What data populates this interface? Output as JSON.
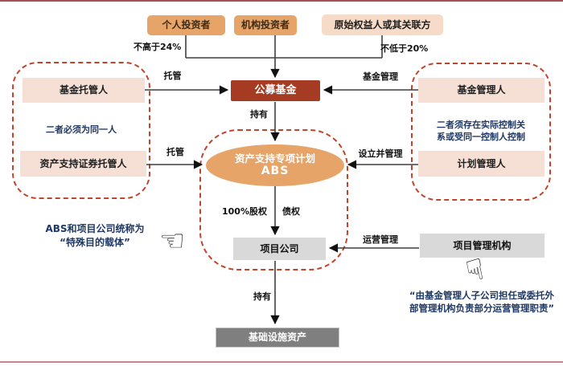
{
  "nodes": {
    "individual_investor": "个人投资者",
    "institutional_investor": "机构投资者",
    "original_owner": "原始权益人或其关联方",
    "public_fund": "公募基金",
    "fund_custodian": "基金托管人",
    "abs_custodian": "资产支持证券托管人",
    "fund_manager": "基金管理人",
    "plan_manager": "计划管理人",
    "abs_plan_line1": "资产支持专项计划",
    "abs_plan_line2": "ABS",
    "project_company": "项目公司",
    "project_mgmt_org": "项目管理机构",
    "infrastructure_assets": "基础设施资产"
  },
  "edge_labels": {
    "not_above_24": "不高于24%",
    "not_below_20": "不低于20%",
    "custody_top": "托管",
    "fund_mgmt": "基金管理",
    "hold_top": "持有",
    "custody_bottom": "托管",
    "setup_manage": "设立并管理",
    "equity_100": "100%股权",
    "debt": "债权",
    "operation_mgmt": "运营管理",
    "hold_bottom": "持有"
  },
  "notes": {
    "same_person": "二者必须为同一人",
    "control_line1": "二者须存在实际控制关",
    "control_line2": "系或受同一控制人控制",
    "spv_line1": "ABS和项目公司统称为",
    "spv_line2": "“特殊目的载体”",
    "mgmt_note_line1": "“由基金管理人子公司担任或委托外",
    "mgmt_note_line2": "部管理机构负责部分运营管理职责”"
  },
  "icons": {
    "hand_left_pointing": "☜",
    "hand_down_pointing": "☟"
  },
  "colors": {
    "orange": "#E7A468",
    "pink_box": "#F6E0D5",
    "peach_box": "#F5DBC8",
    "brick_red": "#A43B22",
    "gray_light": "#D9D9D9",
    "gray_dark": "#7F7F7F",
    "dash_border": "#C0442C",
    "navy_text": "#1F3864",
    "top_rule": "#A35252",
    "bottom_rule": "#C48A8A"
  }
}
